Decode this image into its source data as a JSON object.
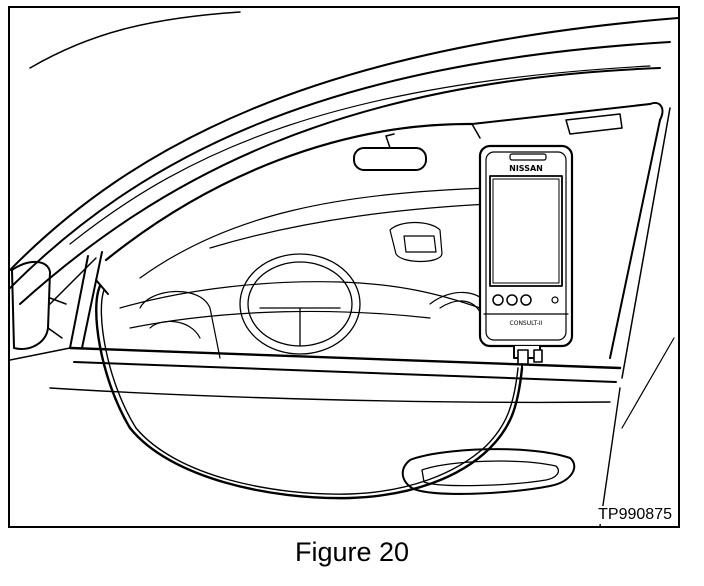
{
  "figure": {
    "id": "TP990875",
    "caption": "Figure 20"
  },
  "device": {
    "brand": "NISSAN",
    "model": "CONSULT-II"
  },
  "colors": {
    "line": "#000000",
    "background": "#ffffff"
  }
}
